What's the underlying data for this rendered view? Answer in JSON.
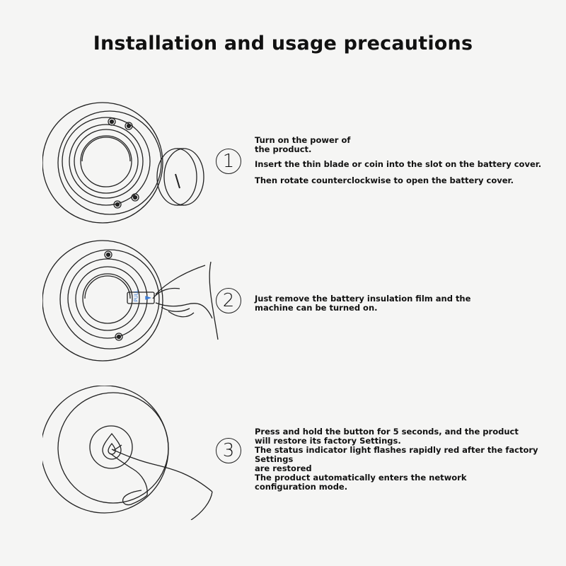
{
  "title": "Installation and usage precautions",
  "steps": [
    {
      "number": "1",
      "lines": [
        "Turn on the power of",
        "the product.",
        "Insert the thin blade or coin into the slot on the battery cover.",
        "Then rotate counterclockwise to open the battery cover."
      ]
    },
    {
      "number": "2",
      "tab_label": "PULL",
      "lines": [
        "Just remove the battery insulation film and the",
        "machine can be turned on."
      ]
    },
    {
      "number": "3",
      "lines": [
        "Press and hold the button for 5 seconds, and the product",
        "will restore its factory Settings.",
        "The status indicator light flashes rapidly red after the factory Settings",
        "are restored",
        "The product automatically enters the network",
        "configuration mode."
      ]
    }
  ]
}
